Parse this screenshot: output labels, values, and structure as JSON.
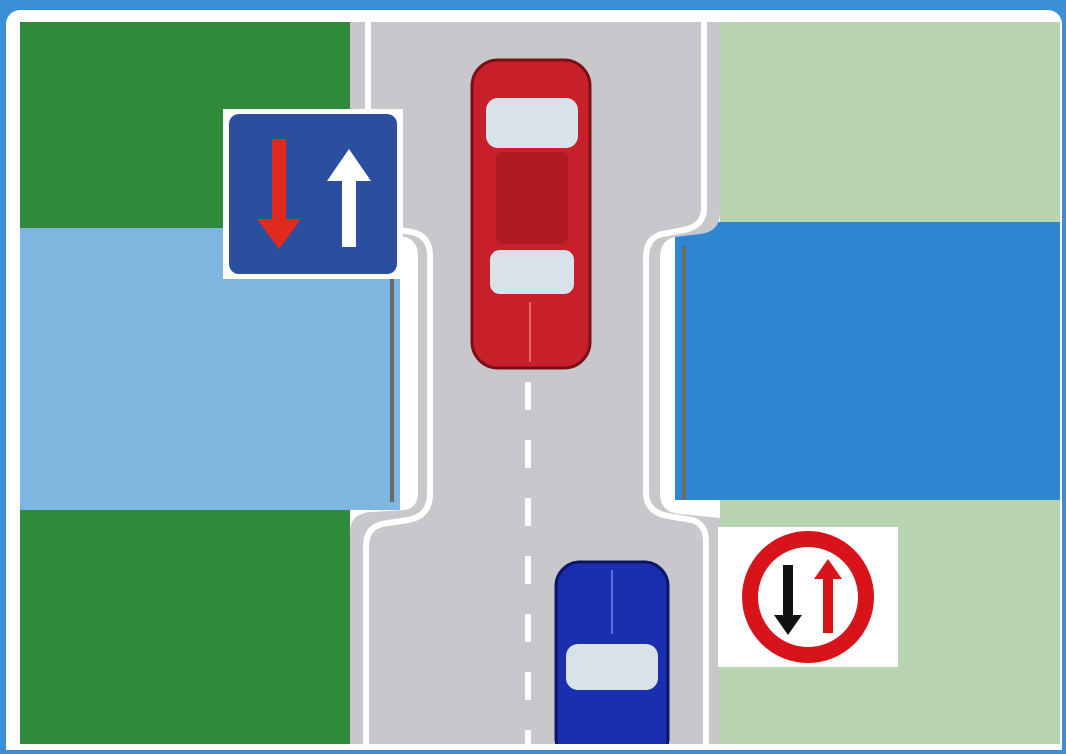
{
  "scene": {
    "description_free": true,
    "colors": {
      "frame_blue": "#3a8fd6",
      "grass_dark": "#2f8a3c",
      "grass_light": "#b9d4b0",
      "water_left": "#7fb6e0",
      "water_right": "#2f86d0",
      "road": "#c8c8cc",
      "road_edge": "#ffffff",
      "car_red": "#c8202a",
      "car_blue": "#1a2fb0"
    },
    "signs": [
      {
        "name": "priority-over-oncoming-sign",
        "icon": "red-down-white-up-arrows-square-blue"
      },
      {
        "name": "give-way-to-oncoming-sign",
        "icon": "black-down-red-up-arrows-circle-red"
      }
    ],
    "vehicles": [
      {
        "name": "red-car",
        "heading": "down"
      },
      {
        "name": "blue-car",
        "heading": "up"
      }
    ]
  }
}
